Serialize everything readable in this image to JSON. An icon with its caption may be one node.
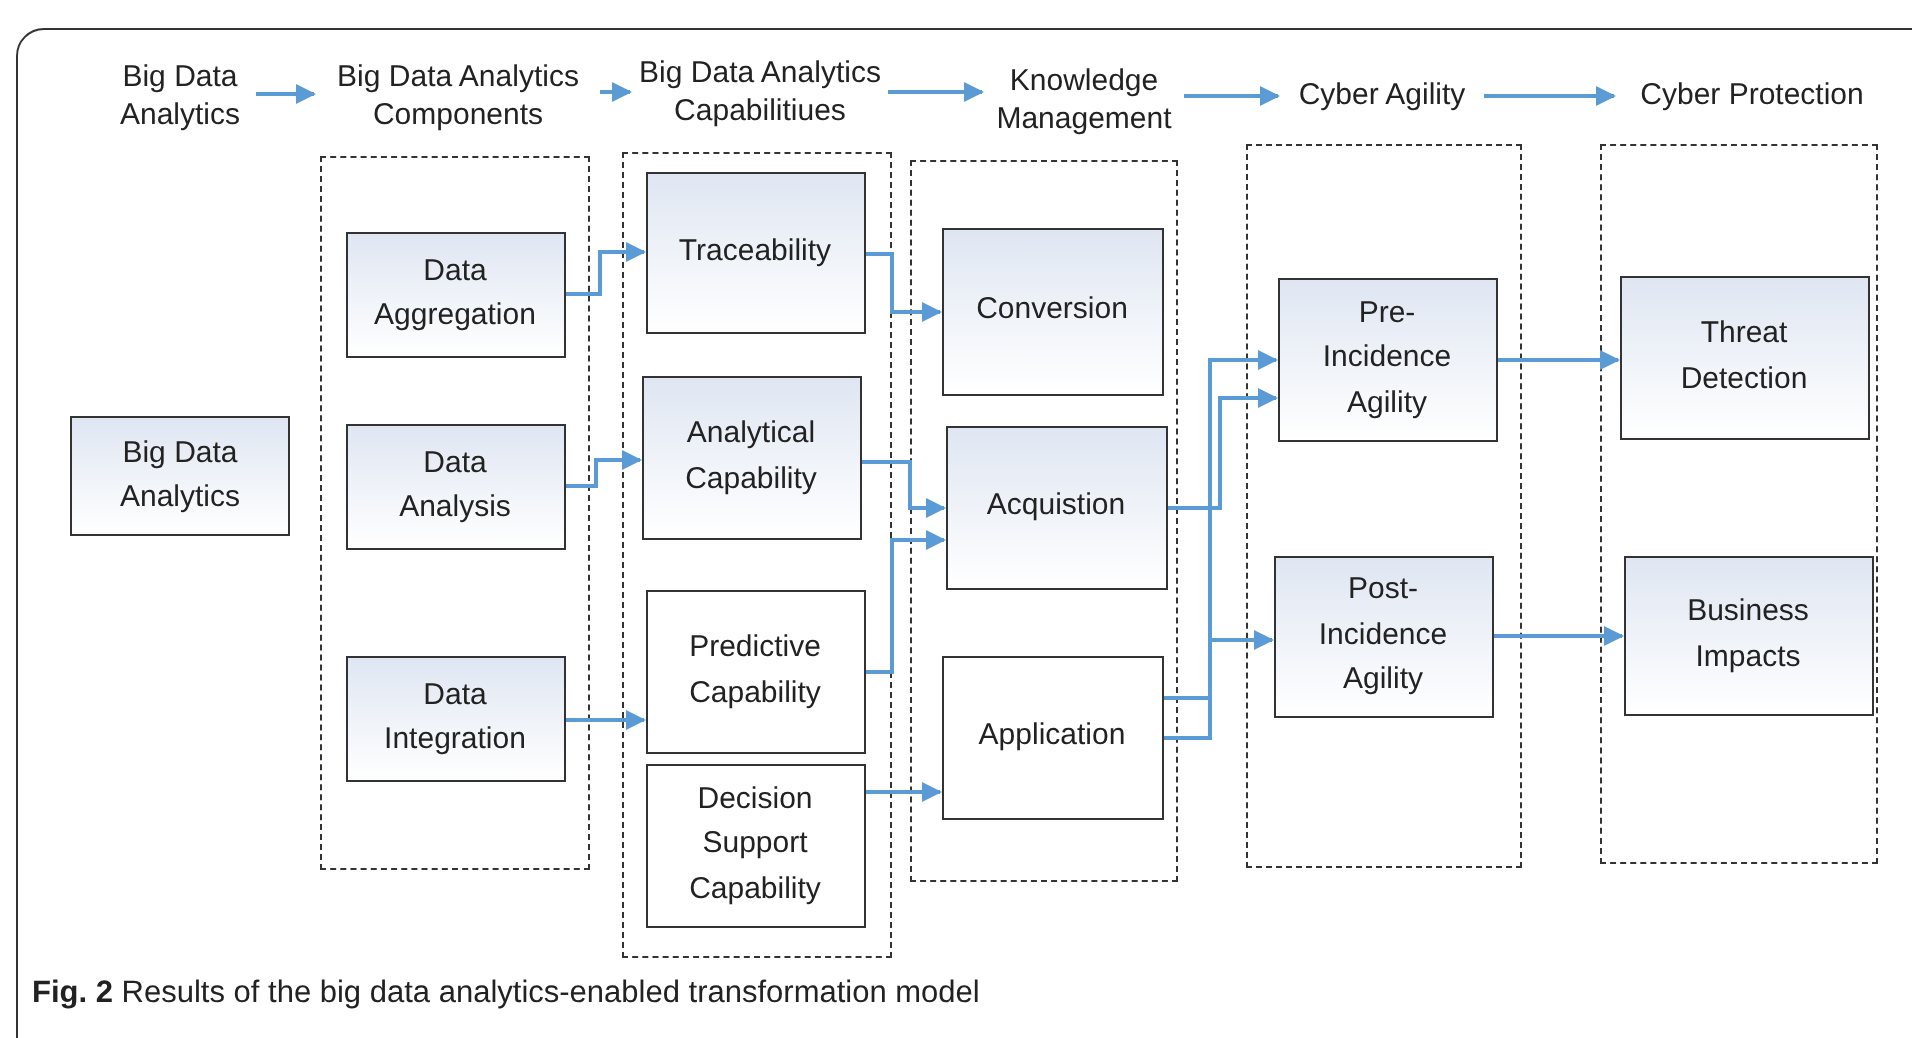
{
  "diagram": {
    "caption": "**Fig. 2** Results of the big data analytics-enabled transformation model",
    "nodes": [
      {
        "text": [
          "Big Data Analytics"
        ]
      },
      {
        "text": [
          "Big Data Analytics Components"
        ]
      },
      {
        "text": [
          "Big Data Analytics Capabilitiues"
        ]
      },
      {
        "text": [
          "Knowledge Management"
        ]
      },
      {
        "text": [
          "Cyber Agility"
        ]
      },
      {
        "text": [
          "Cyber Protection"
        ]
      },
      {
        "text": [
          "Big Data Analytics"
        ]
      },
      {
        "text": [],
        "shape": "box"
      },
      {
        "text": [
          "Data Aggregation"
        ],
        "in": 7
      },
      {
        "text": [
          "Data Analysis"
        ],
        "in": 7
      },
      {
        "text": [
          "Data Integration"
        ],
        "in": 7
      },
      {
        "text": [],
        "shape": "box"
      },
      {
        "text": [
          "Traceability"
        ],
        "in": 11
      },
      {
        "text": [
          "Analytical Capability"
        ],
        "in": 11
      },
      {
        "text": [
          "Predictive Capability"
        ],
        "in": 11
      },
      {
        "text": [
          "Decision Support Capability"
        ],
        "in": 11
      },
      {
        "text": [],
        "shape": "box"
      },
      {
        "text": [
          "Conversion"
        ],
        "in": 16
      },
      {
        "text": [
          "Acquistion"
        ],
        "in": 16
      },
      {
        "text": [
          "Application"
        ],
        "in": 16
      },
      {
        "text": [],
        "shape": "box"
      },
      {
        "text": [
          "Pre- Incidence Agility"
        ],
        "in": 20
      },
      {
        "text": [
          "Post- Incidence Agility"
        ],
        "in": 20
      },
      {
        "text": [],
        "shape": "box"
      },
      {
        "text": [
          "Threat Detection"
        ],
        "in": 23
      },
      {
        "text": [
          "Business Impacts"
        ],
        "in": 23
      }
    ],
    "edges": [
      {
        "from": 0,
        "to": 1,
        "arrow": "to"
      },
      {
        "from": 1,
        "to": 2,
        "arrow": "to"
      },
      {
        "from": 2,
        "to": 3,
        "arrow": "to"
      },
      {
        "from": 3,
        "to": 4,
        "arrow": "to"
      },
      {
        "from": 4,
        "to": 5,
        "arrow": "to"
      },
      {
        "from": 8,
        "to": 12,
        "arrow": "to"
      },
      {
        "from": 9,
        "to": 13,
        "arrow": "to"
      },
      {
        "from": 10,
        "to": 14,
        "arrow": "to"
      },
      {
        "from": 12,
        "to": 17,
        "arrow": "to"
      },
      {
        "from": 13,
        "to": 18,
        "arrow": "to"
      },
      {
        "from": 14,
        "to": 18,
        "arrow": "to"
      },
      {
        "from": 15,
        "to": 19,
        "arrow": "to"
      },
      {
        "from": 18,
        "to": 21,
        "arrow": "to"
      },
      {
        "from": 19,
        "to": 21,
        "arrow": "to"
      },
      {
        "from": 19,
        "to": 22,
        "arrow": "to"
      },
      {
        "from": 21,
        "to": 24,
        "arrow": "to"
      },
      {
        "from": 22,
        "to": 25,
        "arrow": "to"
      }
    ]
  }
}
